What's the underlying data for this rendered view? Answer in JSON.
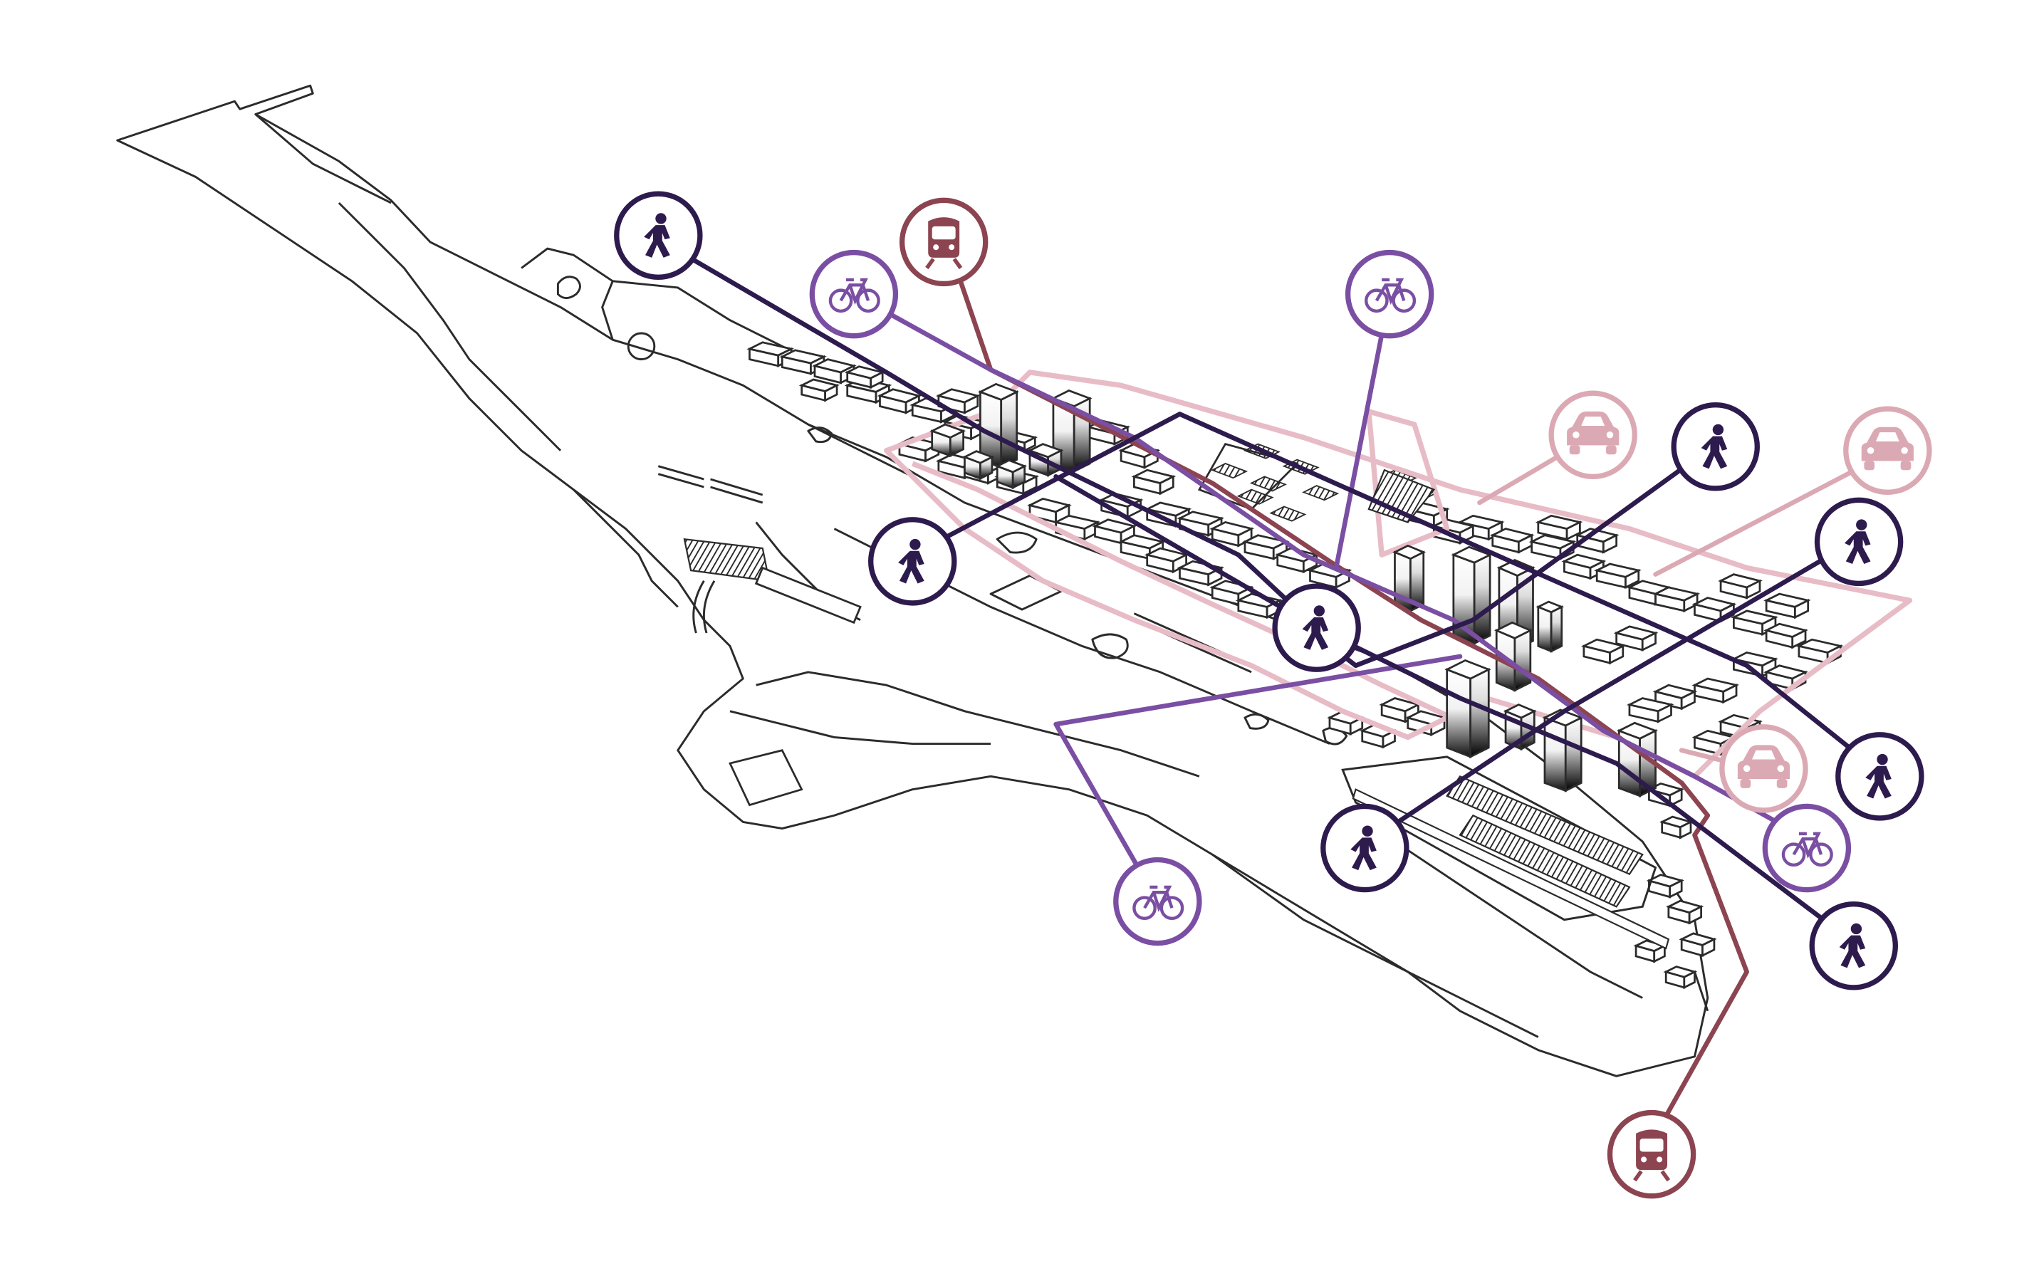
{
  "colors": {
    "background": "#ffffff",
    "base_line": "#2b2b2b",
    "pedestrian": "#2d1b4e",
    "bicycle": "#7a4fa3",
    "train": "#8c4450",
    "car": "#dba9b4",
    "zone_outline": "#e8bcc6"
  },
  "modes": {
    "pedestrian": {
      "icon": "pedestrian-icon",
      "color": "#2d1b4e"
    },
    "bicycle": {
      "icon": "bicycle-icon",
      "color": "#7a4fa3"
    },
    "train": {
      "icon": "train-icon",
      "color": "#8c4450"
    },
    "car": {
      "icon": "car-icon",
      "color": "#dba9b4"
    }
  },
  "nodes": [
    {
      "id": "ped-1",
      "mode": "pedestrian"
    },
    {
      "id": "train-1",
      "mode": "train"
    },
    {
      "id": "bike-1",
      "mode": "bicycle"
    },
    {
      "id": "bike-2",
      "mode": "bicycle"
    },
    {
      "id": "car-1",
      "mode": "car"
    },
    {
      "id": "ped-2",
      "mode": "pedestrian"
    },
    {
      "id": "car-2",
      "mode": "car"
    },
    {
      "id": "ped-3",
      "mode": "pedestrian"
    },
    {
      "id": "ped-4",
      "mode": "pedestrian"
    },
    {
      "id": "ped-center",
      "mode": "pedestrian"
    },
    {
      "id": "ped-5",
      "mode": "pedestrian"
    },
    {
      "id": "car-3",
      "mode": "car"
    },
    {
      "id": "bike-3",
      "mode": "bicycle"
    },
    {
      "id": "ped-6",
      "mode": "pedestrian"
    },
    {
      "id": "ped-7",
      "mode": "pedestrian"
    },
    {
      "id": "bike-4",
      "mode": "bicycle"
    },
    {
      "id": "train-2",
      "mode": "train"
    }
  ]
}
